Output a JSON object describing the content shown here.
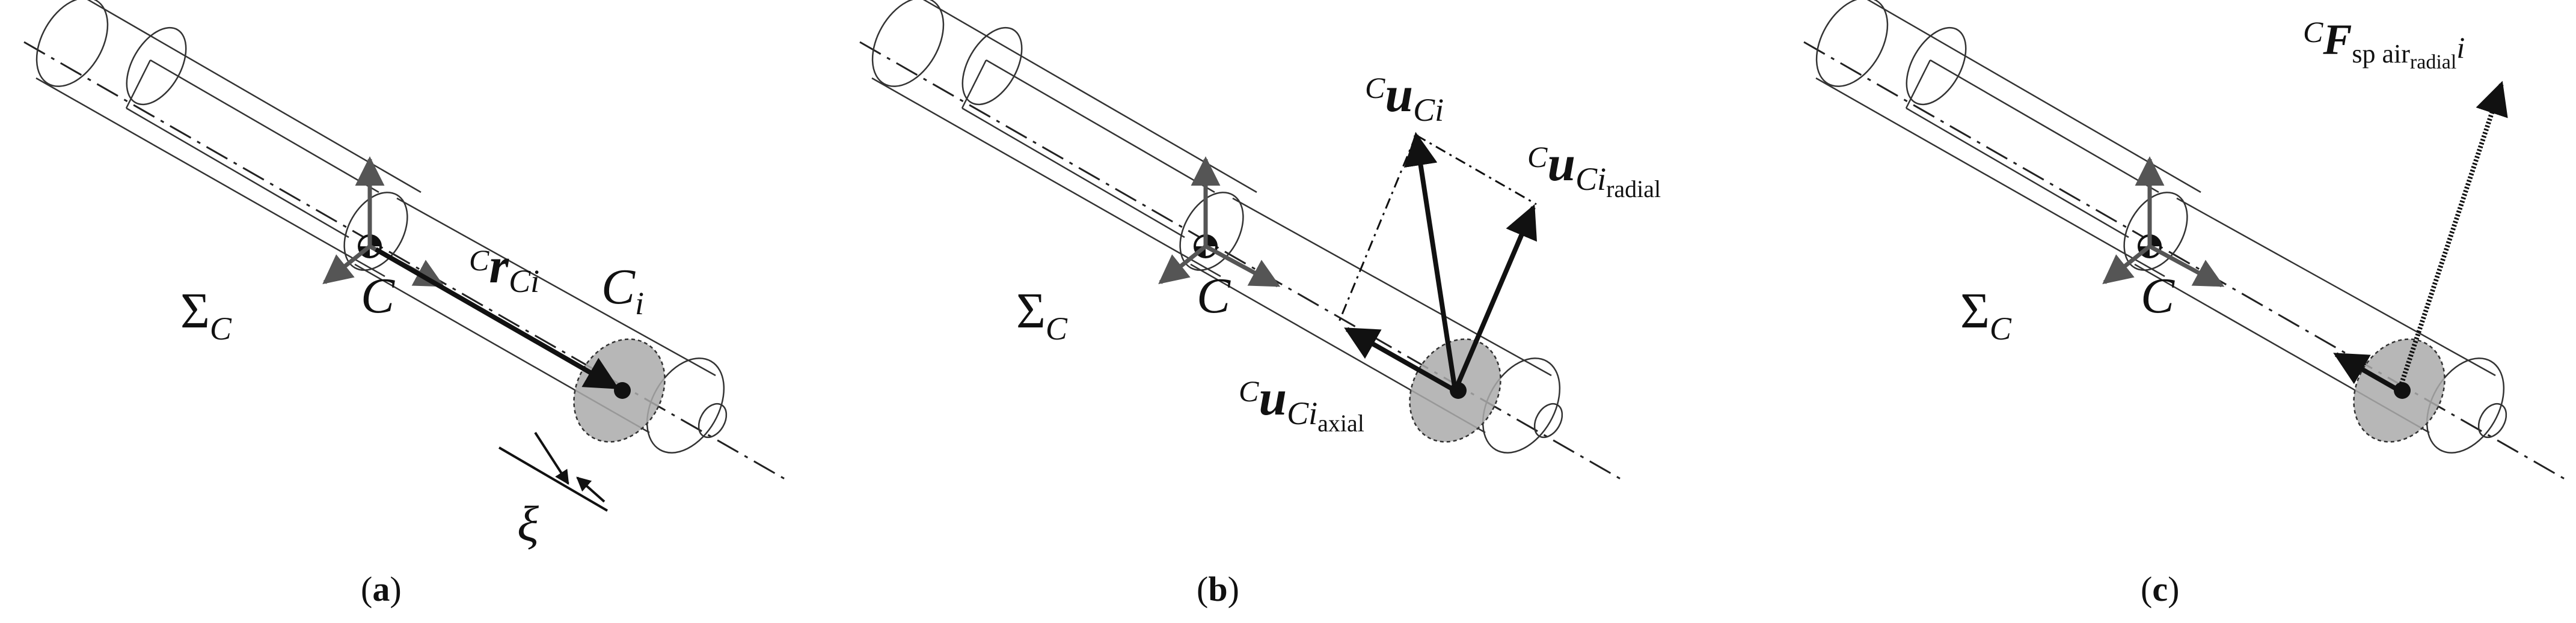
{
  "figure": {
    "panels": [
      {
        "caption_letter": "a",
        "frame_symbol": "Σ",
        "frame_subscript": "C",
        "origin_label": "C",
        "vector_superscript": "C",
        "vector_symbol": "r",
        "vector_subscript": "Ci",
        "section_label": "C",
        "section_subscript": "i",
        "dimension_label": "ξ"
      },
      {
        "caption_letter": "b",
        "frame_symbol": "Σ",
        "frame_subscript": "C",
        "origin_label": "C",
        "vec_main_sup": "C",
        "vec_main_sym": "u",
        "vec_main_sub": "Ci",
        "vec_radial_sup": "C",
        "vec_radial_sym": "u",
        "vec_radial_sub": "Ci",
        "vec_radial_subsub": "radial",
        "vec_axial_sup": "C",
        "vec_axial_sym": "u",
        "vec_axial_sub": "Ci",
        "vec_axial_subsub": "axial"
      },
      {
        "caption_letter": "c",
        "frame_symbol": "Σ",
        "frame_subscript": "C",
        "origin_label": "C",
        "force_sup": "C",
        "force_sym": "F",
        "force_sub": "sp air",
        "force_subsub": "radial",
        "force_index": "i"
      }
    ]
  }
}
